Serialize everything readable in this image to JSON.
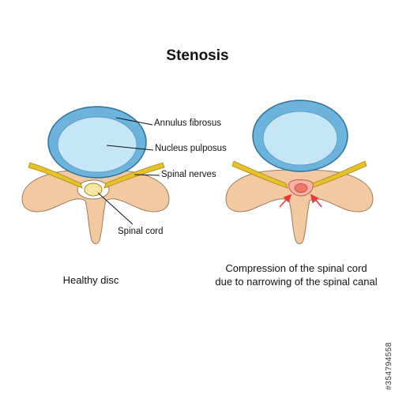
{
  "title": "Stenosis",
  "labels": {
    "annulus": "Annulus fibrosus",
    "nucleus": "Nucleus pulposus",
    "nerves": "Spinal nerves",
    "cord": "Spinal cord"
  },
  "captions": {
    "healthy": "Healthy disc",
    "compression_line1": "Compression of the spinal cord",
    "compression_line2": "due to narrowing of the spinal canal"
  },
  "watermark": "#354794558",
  "colors": {
    "bone": "#f2c9a0",
    "bone_stroke": "#9a7a5e",
    "annulus": "#6cb4dc",
    "annulus_stroke": "#2d6f9b",
    "nucleus": "#c6e5f6",
    "nerve": "#e6c12b",
    "nerve_stroke": "#a88812",
    "cord_healthy": "#f4e7a6",
    "cord_compressed": "#f07a6a",
    "arrow": "#e53a3a"
  }
}
